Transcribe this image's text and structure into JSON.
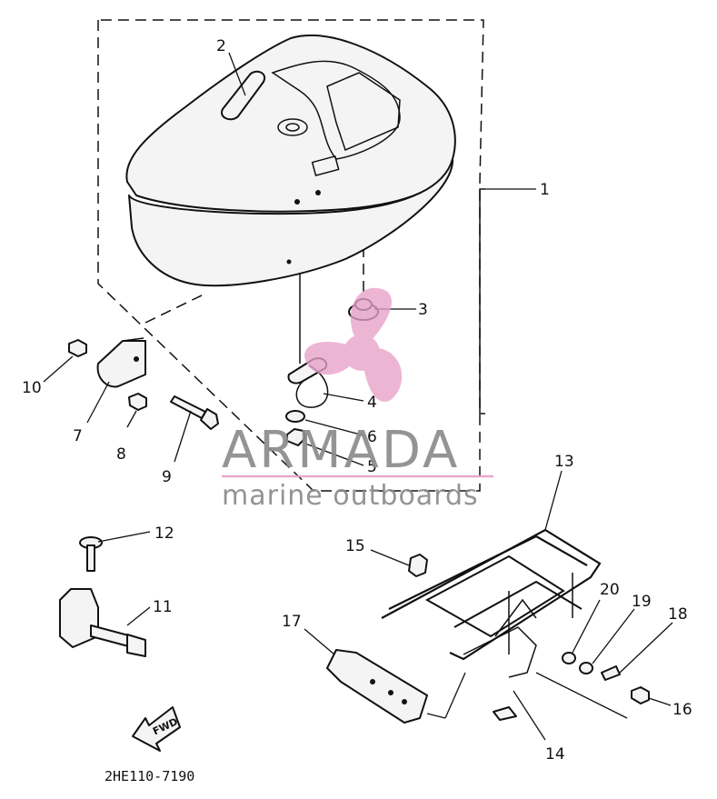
{
  "diagram": {
    "drawing_code": "2HE110-7190",
    "fwd_label": "FWD",
    "callouts": [
      {
        "id": "1",
        "label": "1"
      },
      {
        "id": "2",
        "label": "2"
      },
      {
        "id": "3",
        "label": "3"
      },
      {
        "id": "4",
        "label": "4"
      },
      {
        "id": "5",
        "label": "5"
      },
      {
        "id": "6",
        "label": "6"
      },
      {
        "id": "7",
        "label": "7"
      },
      {
        "id": "8",
        "label": "8"
      },
      {
        "id": "9",
        "label": "9"
      },
      {
        "id": "10",
        "label": "10"
      },
      {
        "id": "11",
        "label": "11"
      },
      {
        "id": "12",
        "label": "12"
      },
      {
        "id": "13",
        "label": "13"
      },
      {
        "id": "14",
        "label": "14"
      },
      {
        "id": "15",
        "label": "15"
      },
      {
        "id": "16",
        "label": "16"
      },
      {
        "id": "17",
        "label": "17"
      },
      {
        "id": "18",
        "label": "18"
      },
      {
        "id": "19",
        "label": "19"
      },
      {
        "id": "20",
        "label": "20"
      }
    ]
  },
  "watermark": {
    "brand": "ARMADA",
    "tagline": "marine outboards",
    "accent_color": "#e8a0c8",
    "text_color": "#8c8c8c"
  }
}
